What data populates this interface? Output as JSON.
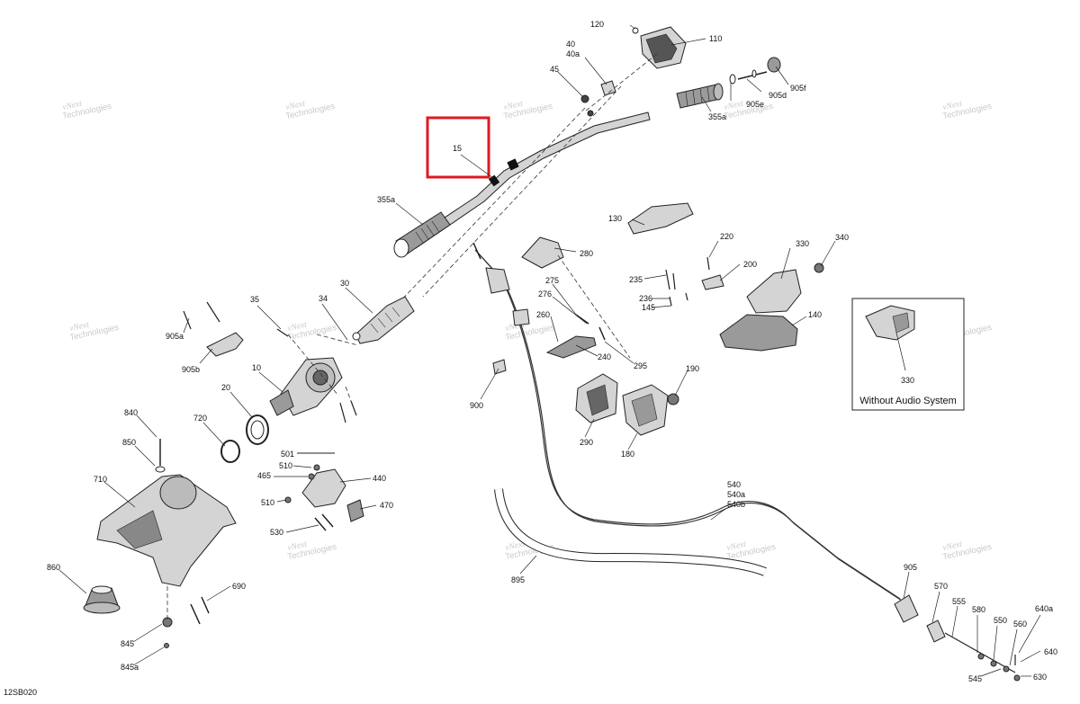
{
  "diagram": {
    "code": "12SB020",
    "inset_caption": "Without Audio System",
    "highlight_label": "15",
    "watermark": {
      "line1": "vNext",
      "line2": "Technologies",
      "full": "vNext Technologies"
    },
    "labels": {
      "l120": "120",
      "l110": "110",
      "l40": "40",
      "l40a": "40a",
      "l45": "45",
      "l905f": "905f",
      "l905d": "905d",
      "l905e": "905e",
      "l355a_r": "355a",
      "l15": "15",
      "l355a_l": "355a",
      "l130": "130",
      "l280": "280",
      "l220": "220",
      "l200": "200",
      "l330": "330",
      "l340": "340",
      "l235": "235",
      "l236": "236",
      "l145": "145",
      "l140": "140",
      "l330_inset": "330",
      "l275": "275",
      "l276": "276",
      "l260": "260",
      "l240": "240",
      "l295": "295",
      "l190": "190",
      "l900": "900",
      "l290": "290",
      "l180": "180",
      "l35": "35",
      "l34": "34",
      "l30": "30",
      "l905a": "905a",
      "l905b": "905b",
      "l10": "10",
      "l20": "20",
      "l720": "720",
      "l840": "840",
      "l850": "850",
      "l710": "710",
      "l501": "501",
      "l510a": "510",
      "l465": "465",
      "l440": "440",
      "l510b": "510",
      "l470": "470",
      "l530": "530",
      "l860": "860",
      "l690": "690",
      "l845": "845",
      "l845a": "845a",
      "l540": "540",
      "l540a": "540a",
      "l540b": "540b",
      "l895": "895",
      "l905": "905",
      "l570": "570",
      "l555": "555",
      "l580": "580",
      "l550": "550",
      "l560": "560",
      "l640a": "640a",
      "l640": "640",
      "l545": "545",
      "l630": "630"
    }
  },
  "colors": {
    "highlight": "#e01a22",
    "watermark": "#c9c9c9",
    "ink": "#222222",
    "part_fill": "#d4d4d4"
  },
  "icons": [
    "handlebar",
    "grip",
    "steering-column",
    "cable",
    "bracket",
    "screw"
  ]
}
